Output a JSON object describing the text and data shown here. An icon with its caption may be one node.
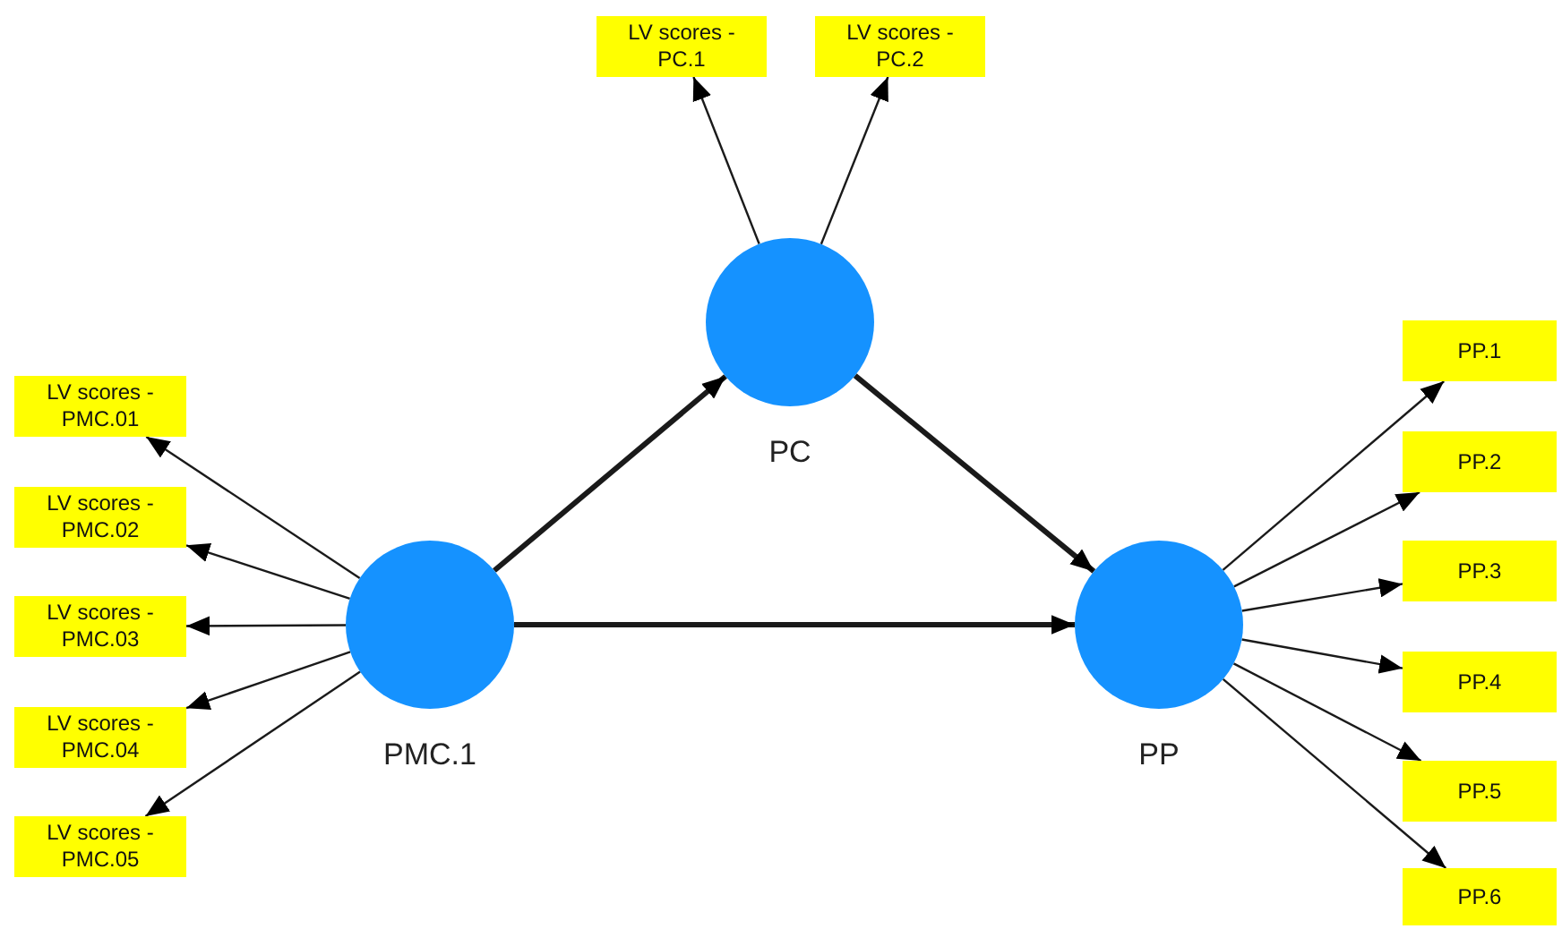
{
  "diagram": {
    "nodes": [
      {
        "text": [
          "LV scores - PC.1"
        ]
      },
      {
        "text": [
          "LV scores - PC.2"
        ]
      },
      {
        "text": [
          "PC"
        ]
      },
      {
        "text": [
          "LV scores - PMC.01"
        ]
      },
      {
        "text": [
          "LV scores - PMC.02"
        ]
      },
      {
        "text": [
          "LV scores - PMC.03"
        ]
      },
      {
        "text": [
          "LV scores - PMC.04"
        ]
      },
      {
        "text": [
          "LV scores - PMC.05"
        ]
      },
      {
        "text": [
          "PMC.1"
        ]
      },
      {
        "text": [
          "PP"
        ]
      },
      {
        "text": [
          "PP.1"
        ]
      },
      {
        "text": [
          "PP.2"
        ]
      },
      {
        "text": [
          "PP.3"
        ]
      },
      {
        "text": [
          "PP.4"
        ]
      },
      {
        "text": [
          "PP.5"
        ]
      },
      {
        "text": [
          "PP.6"
        ]
      }
    ],
    "edges": [
      {
        "from": 2,
        "to": 0,
        "arrow": "to"
      },
      {
        "from": 2,
        "to": 1,
        "arrow": "to"
      },
      {
        "from": 8,
        "to": 2,
        "arrow": "to",
        "style": "thick"
      },
      {
        "from": 2,
        "to": 9,
        "arrow": "to",
        "style": "thick"
      },
      {
        "from": 8,
        "to": 9,
        "arrow": "to",
        "style": "thick"
      },
      {
        "from": 8,
        "to": 3,
        "arrow": "to"
      },
      {
        "from": 8,
        "to": 4,
        "arrow": "to"
      },
      {
        "from": 8,
        "to": 5,
        "arrow": "to"
      },
      {
        "from": 8,
        "to": 6,
        "arrow": "to"
      },
      {
        "from": 8,
        "to": 7,
        "arrow": "to"
      },
      {
        "from": 9,
        "to": 10,
        "arrow": "to"
      },
      {
        "from": 9,
        "to": 11,
        "arrow": "to"
      },
      {
        "from": 9,
        "to": 12,
        "arrow": "to"
      },
      {
        "from": 9,
        "to": 13,
        "arrow": "to"
      },
      {
        "from": 9,
        "to": 14,
        "arrow": "to"
      },
      {
        "from": 9,
        "to": 15,
        "arrow": "to"
      }
    ]
  }
}
